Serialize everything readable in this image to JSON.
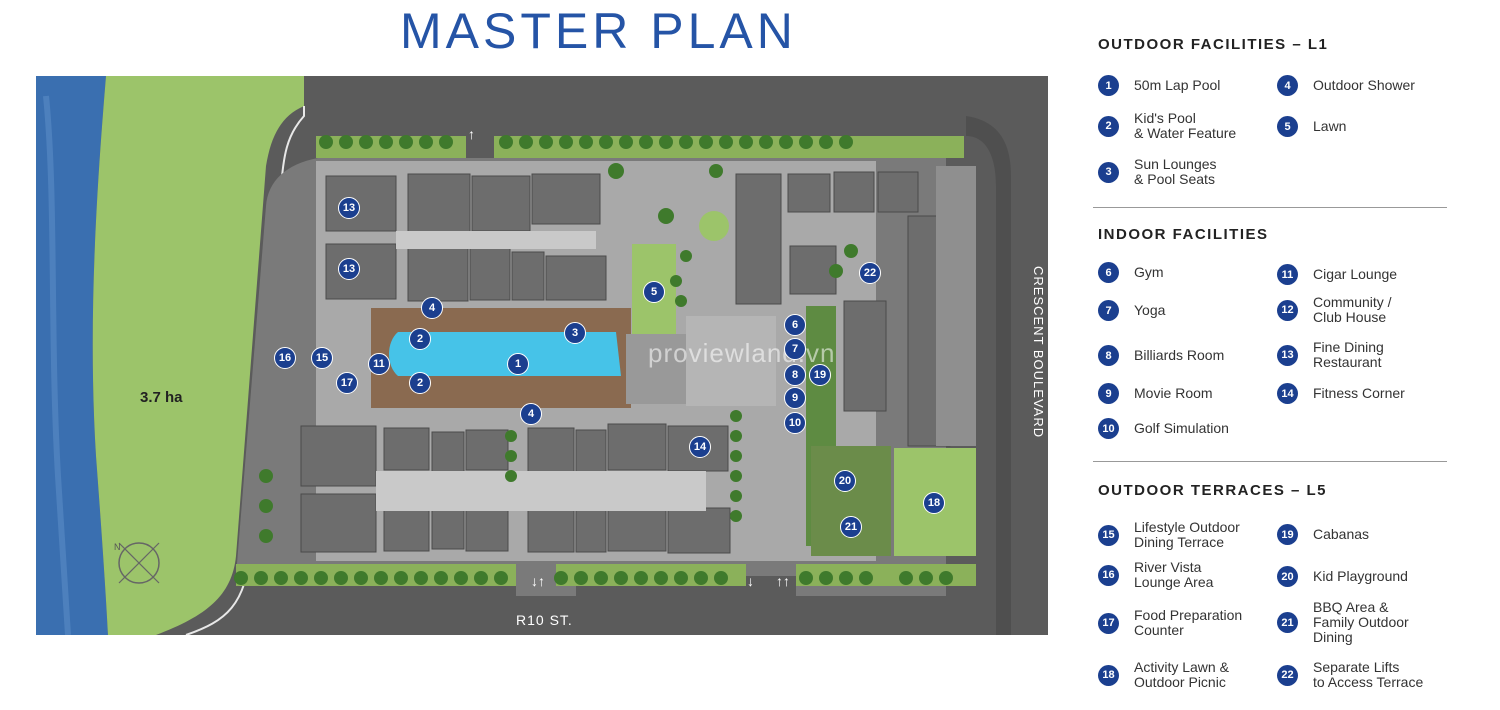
{
  "title": "MASTER PLAN",
  "map": {
    "area_label": "3.7 ha",
    "road_label": "R10 ST.",
    "boulevard_label": "CRESCENT BOULEVARD",
    "watermark": "proviewland.vn",
    "compass_label": "N",
    "markers": [
      "13",
      "13",
      "4",
      "5",
      "2",
      "3",
      "6",
      "7",
      "16",
      "15",
      "11",
      "1",
      "8",
      "19",
      "17",
      "2",
      "9",
      "4",
      "10",
      "14",
      "22",
      "20",
      "21",
      "18"
    ]
  },
  "legend": {
    "outdoor_l1": {
      "title": "OUTDOOR FACILITIES – L1",
      "items": [
        {
          "num": "1",
          "text": "50m Lap Pool"
        },
        {
          "num": "4",
          "text": "Outdoor Shower"
        },
        {
          "num": "2",
          "text": "Kid's Pool\n& Water Feature"
        },
        {
          "num": "5",
          "text": "Lawn"
        },
        {
          "num": "3",
          "text": "Sun Lounges\n& Pool Seats"
        }
      ]
    },
    "indoor": {
      "title": "INDOOR FACILITIES",
      "items": [
        {
          "num": "6",
          "text": "Gym"
        },
        {
          "num": "11",
          "text": "Cigar Lounge"
        },
        {
          "num": "7",
          "text": "Yoga"
        },
        {
          "num": "12",
          "text": "Community /\nClub House"
        },
        {
          "num": "8",
          "text": "Billiards Room"
        },
        {
          "num": "13",
          "text": "Fine Dining\nRestaurant"
        },
        {
          "num": "9",
          "text": "Movie Room"
        },
        {
          "num": "14",
          "text": "Fitness Corner"
        },
        {
          "num": "10",
          "text": "Golf Simulation"
        }
      ]
    },
    "outdoor_l5": {
      "title": "OUTDOOR TERRACES – L5",
      "items": [
        {
          "num": "15",
          "text": "Lifestyle Outdoor\nDining Terrace"
        },
        {
          "num": "19",
          "text": "Cabanas"
        },
        {
          "num": "16",
          "text": "River Vista\nLounge Area"
        },
        {
          "num": "20",
          "text": "Kid Playground"
        },
        {
          "num": "17",
          "text": "Food Preparation\nCounter"
        },
        {
          "num": "21",
          "text": "BBQ Area &\nFamily Outdoor\nDining"
        },
        {
          "num": "18",
          "text": "Activity Lawn &\nOutdoor Picnic"
        },
        {
          "num": "22",
          "text": "Separate Lifts\nto Access Terrace"
        }
      ]
    }
  },
  "colors": {
    "accent": "#1b3f8f",
    "title": "#2554a6",
    "river": "#3a6fb0",
    "lawn": "#9cc46a",
    "road": "#5b5b5b",
    "building": "#6d6d6d",
    "plaza": "#b9b9b9"
  }
}
